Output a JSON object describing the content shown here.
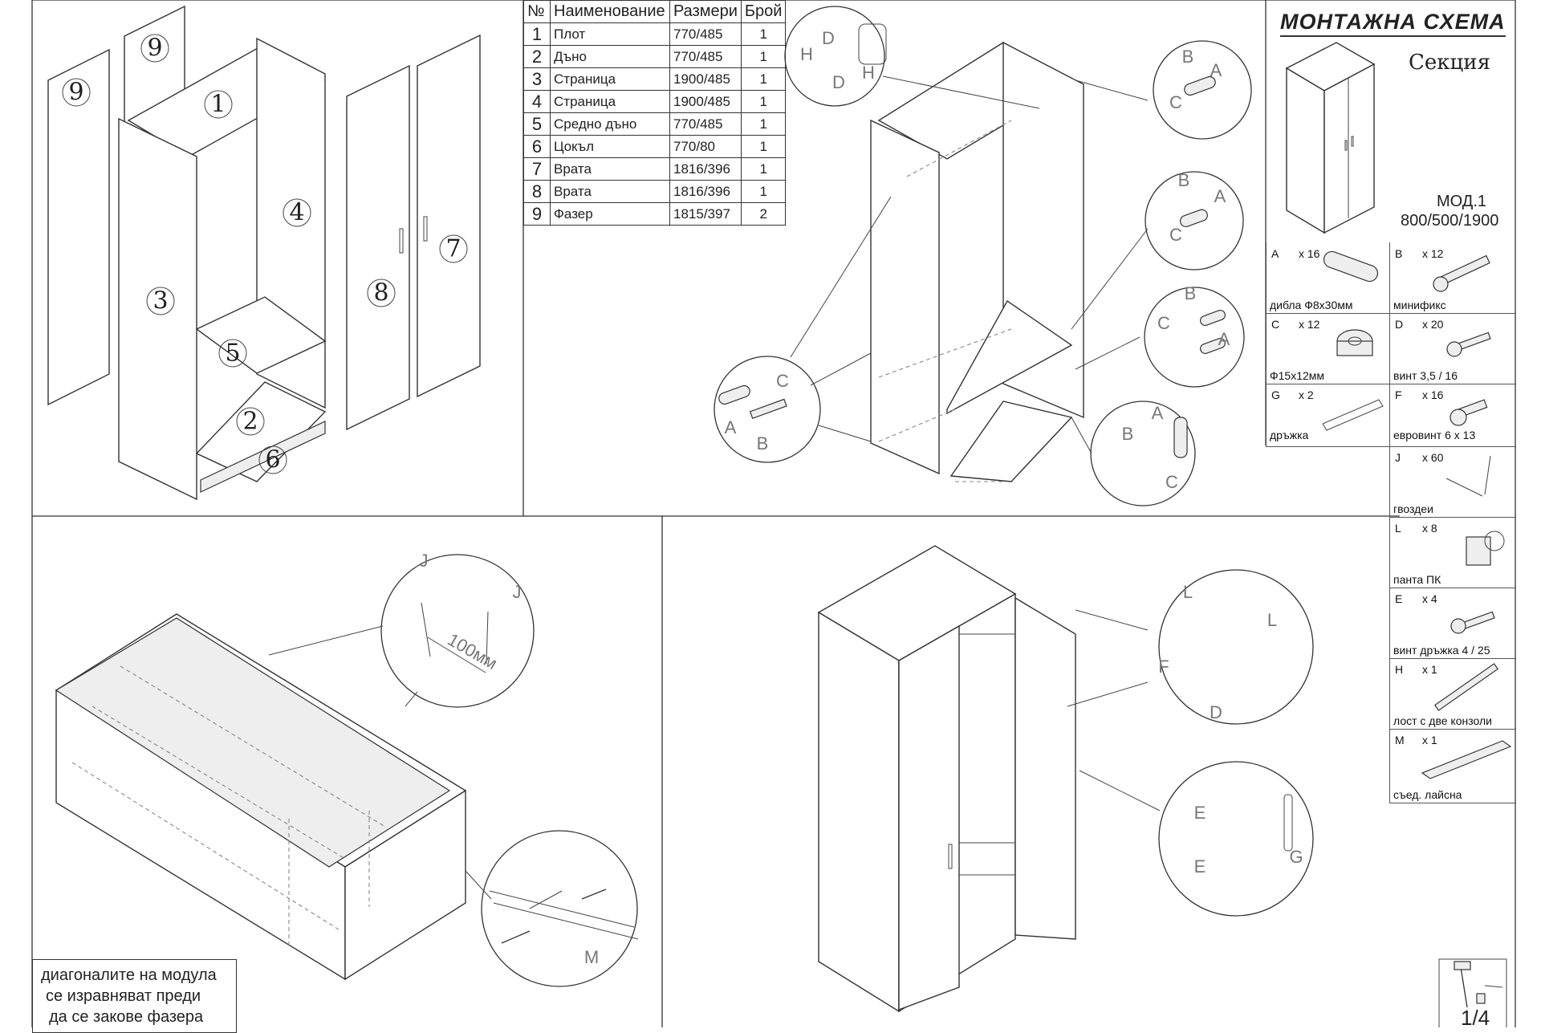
{
  "title": "МОНТАЖНА СХЕМА",
  "subtitle": "Секция",
  "model": {
    "name": "МОД.1",
    "dims": "800/500/1900"
  },
  "page": "1/4",
  "parts_table": {
    "headers": [
      "№",
      "Наименование",
      "Размери",
      "Брой"
    ],
    "rows": [
      {
        "n": "1",
        "name": "Плот",
        "size": "770/485",
        "qty": "1"
      },
      {
        "n": "2",
        "name": "Дъно",
        "size": "770/485",
        "qty": "1"
      },
      {
        "n": "3",
        "name": "Страница",
        "size": "1900/485",
        "qty": "1"
      },
      {
        "n": "4",
        "name": "Страница",
        "size": "1900/485",
        "qty": "1"
      },
      {
        "n": "5",
        "name": "Средно дъно",
        "size": "770/485",
        "qty": "1"
      },
      {
        "n": "6",
        "name": "Цокъл",
        "size": "770/80",
        "qty": "1"
      },
      {
        "n": "7",
        "name": "Врата",
        "size": "1816/396",
        "qty": "1"
      },
      {
        "n": "8",
        "name": "Врата",
        "size": "1816/396",
        "qty": "1"
      },
      {
        "n": "9",
        "name": "Фазер",
        "size": "1815/397",
        "qty": "2"
      }
    ]
  },
  "hardware": [
    {
      "code": "A",
      "qty": "x 16",
      "name": "дибла Ф8x30мм",
      "icon": "dowel-icon"
    },
    {
      "code": "B",
      "qty": "x 12",
      "name": "минификс",
      "icon": "minifix-bolt-icon"
    },
    {
      "code": "C",
      "qty": "x 12",
      "name": "Ф15x12мм",
      "icon": "cam-lock-icon"
    },
    {
      "code": "D",
      "qty": "x 20",
      "name": "винт 3,5 / 16",
      "icon": "screw-icon"
    },
    {
      "code": "G",
      "qty": "x 2",
      "name": "дръжка",
      "icon": "handle-icon"
    },
    {
      "code": "F",
      "qty": "x 16",
      "name": "евровинт 6 x 13",
      "icon": "euro-screw-icon"
    },
    {
      "code": "J",
      "qty": "x 60",
      "name": "гвоздеи",
      "icon": "nail-icon"
    },
    {
      "code": "L",
      "qty": "x 8",
      "name": "панта ПК",
      "icon": "hinge-icon"
    },
    {
      "code": "E",
      "qty": "x 4",
      "name": "винт дръжка 4 / 25",
      "icon": "handle-screw-icon"
    },
    {
      "code": "H",
      "qty": "x 1",
      "name": "лост с две конзоли",
      "icon": "hanging-rod-icon"
    },
    {
      "code": "M",
      "qty": "x 1",
      "name": "съед. лайсна",
      "icon": "joining-strip-icon"
    }
  ],
  "exploded_labels": [
    "1",
    "2",
    "3",
    "4",
    "5",
    "6",
    "7",
    "8",
    "9",
    "9"
  ],
  "callout_letters": [
    "A",
    "B",
    "C",
    "D",
    "E",
    "F",
    "G",
    "H",
    "J",
    "L",
    "M"
  ],
  "nail_spacing": "100мм",
  "note": [
    "диагоналите на модула",
    "се изравняват преди",
    "да се закове фазера"
  ]
}
